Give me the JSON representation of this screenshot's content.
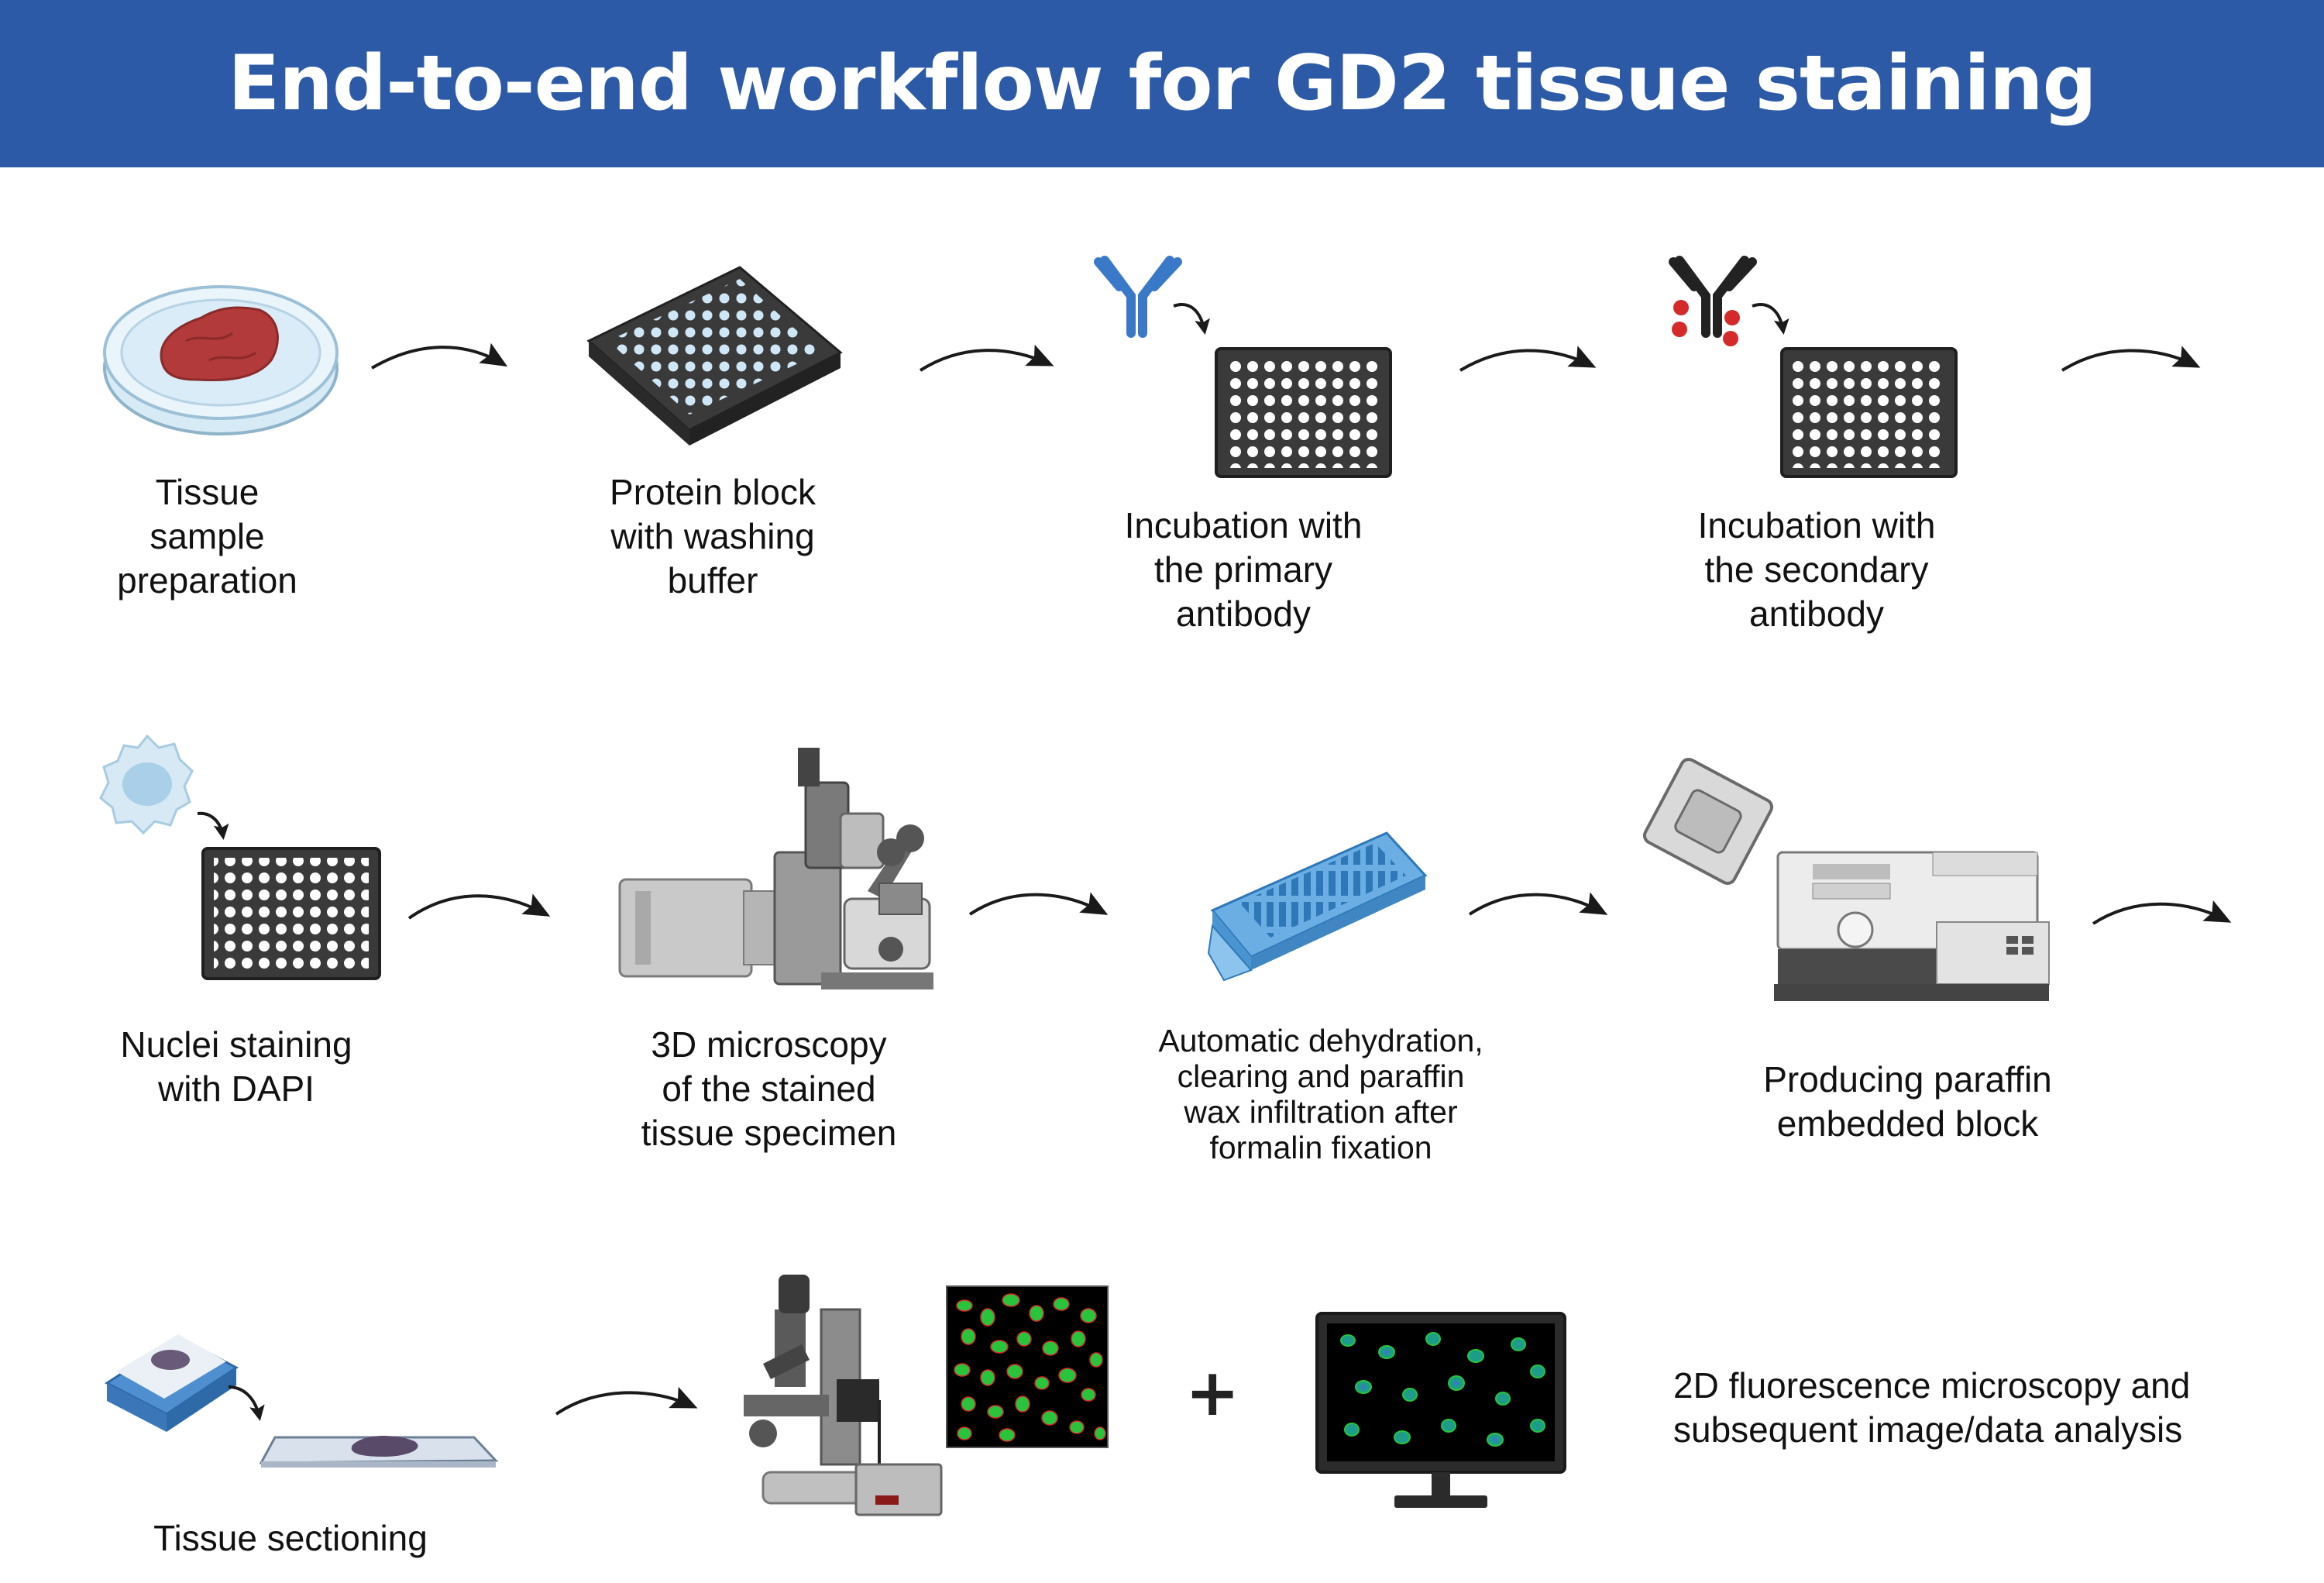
{
  "title": "End-to-end workflow for GD2 tissue staining",
  "steps": [
    {
      "label": "Tissue\nsample\npreparation",
      "icon": "petri-dish-icon"
    },
    {
      "label": "Protein block\nwith washing\nbuffer",
      "icon": "well-plate-icon"
    },
    {
      "label": "Incubation with\nthe primary\nantibody",
      "icon": "primary-antibody-icon"
    },
    {
      "label": "Incubation with\nthe secondary\nantibody",
      "icon": "secondary-antibody-icon"
    },
    {
      "label": "Nuclei staining\nwith DAPI",
      "icon": "cell-icon"
    },
    {
      "label": "3D  microscopy\nof the stained\ntissue specimen",
      "icon": "microscope-3d-icon"
    },
    {
      "label": "Automatic dehydration,\nclearing and paraffin\nwax infiltration after\nformalin fixation",
      "icon": "cassette-icon"
    },
    {
      "label": "Producing paraffin\nembedded block",
      "icon": "embedding-station-icon"
    },
    {
      "label": "Tissue sectioning",
      "icon": "microtome-slide-icon"
    },
    {
      "label": "2D fluorescence microscopy and\nsubsequent image/data analysis",
      "icon": "fluorescence-microscope-icon"
    }
  ],
  "plus_sign": "+",
  "colors": {
    "banner": "#2c5aa6",
    "plate": "#3a3a3a",
    "antibody_primary": "#3a78c8",
    "antibody_secondary": "#222222",
    "fluorophore": "#d42a2a",
    "tissue": "#b23a3a",
    "cassette": "#6aaee4",
    "nuclei_green": "#29c43c"
  }
}
